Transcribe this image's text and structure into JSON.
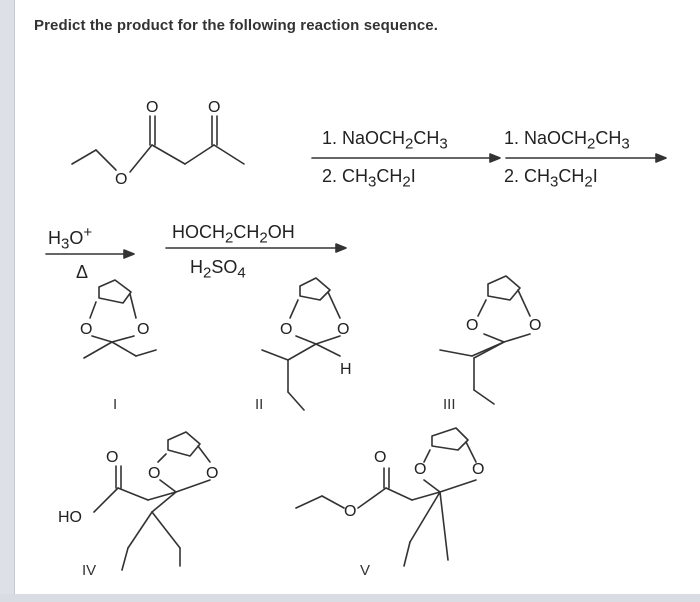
{
  "question": "Predict the product for the following reaction sequence.",
  "atoms": {
    "O": "O",
    "H": "H",
    "HO": "HO"
  },
  "step1": {
    "line1_a": "1. NaOCH",
    "line1_sub1": "2",
    "line1_b": "CH",
    "line1_sub2": "3",
    "line2_a": "2. CH",
    "line2_sub1": "3",
    "line2_b": "CH",
    "line2_sub2": "2",
    "line2_c": "I"
  },
  "step2": {
    "line1_a": "1. NaOCH",
    "line1_sub1": "2",
    "line1_b": "CH",
    "line1_sub2": "3",
    "line2_a": "2. CH",
    "line2_sub1": "3",
    "line2_b": "CH",
    "line2_sub2": "2",
    "line2_c": "I"
  },
  "step3": {
    "top_a": "H",
    "top_sub": "3",
    "top_b": "O",
    "top_sup": "+",
    "bottom": "Δ"
  },
  "step4": {
    "top_a": "HOCH",
    "top_sub1": "2",
    "top_b": "CH",
    "top_sub2": "2",
    "top_c": "OH",
    "bottom_a": "H",
    "bottom_sub1": "2",
    "bottom_b": "SO",
    "bottom_sub2": "4"
  },
  "answers": {
    "I": "I",
    "II": "II",
    "III": "III",
    "IV": "IV",
    "V": "V"
  }
}
